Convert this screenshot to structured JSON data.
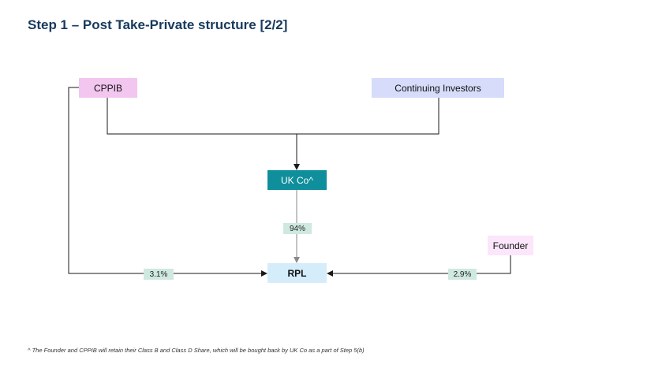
{
  "title": "Step 1 – Post Take-Private structure [2/2]",
  "entities": {
    "cppib": {
      "label": "CPPIB",
      "color": "#f2c6ef"
    },
    "continuing_investors": {
      "label": "Continuing Investors",
      "color": "#d6dcfa"
    },
    "uk_co": {
      "label": "UK Co^",
      "color": "#0f8e9c"
    },
    "rpl": {
      "label": "RPL",
      "color": "#d5ecfb"
    },
    "founder": {
      "label": "Founder",
      "color": "#fbe6fb"
    }
  },
  "ownership": {
    "uk_co_to_rpl": "94%",
    "cppib_to_rpl": "3.1%",
    "founder_to_rpl": "2.9%",
    "label_color": "#cfe9e0"
  },
  "footnote": "^ The Founder and CPPIB will retain their Class B and Class D Share, which will be bought back by UK Co as a part of Step 5(b)"
}
